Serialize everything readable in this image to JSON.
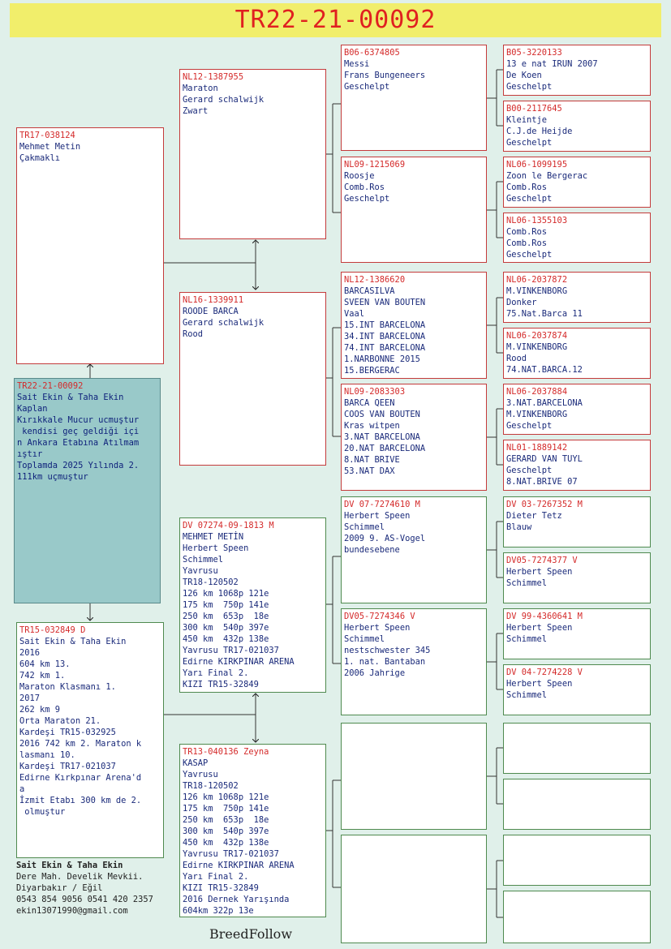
{
  "title": "TR22-21-00092",
  "brand": "BreedFollow",
  "owner": {
    "name": "Sait Ekin & Taha Ekin",
    "lines": [
      "Dere Mah. Develik Mevkii.",
      "Diyarbakır / Eğil",
      "0543 854 9056 0541 420 2357",
      "ekin13071990@gmail.com"
    ]
  },
  "subject": {
    "id": "TR22-21-00092",
    "lines": [
      "Sait Ekin & Taha Ekin",
      "Kaplan",
      "Kırıkkale Mucur ucmuştur",
      " kendisi geç geldiği içi",
      "n Ankara Etabına Atılmam",
      "ıştır",
      "Toplamda 2025 Yılında 2.",
      "111km uçmuştur"
    ]
  },
  "sire": {
    "id": "TR17-038124",
    "lines": [
      "Mehmet Metin",
      "Çakmaklı"
    ]
  },
  "dam": {
    "id": "TR15-032849 D",
    "lines": [
      "Sait Ekin & Taha Ekin",
      "2016",
      "604 km 13.",
      "742 km 1.",
      "Maraton Klasmanı 1.",
      "2017",
      "262 km 9",
      "Orta Maraton 21.",
      "Kardeşi TR15-032925",
      "2016 742 km 2. Maraton k",
      "lasmanı 10.",
      "Kardeşi TR17-021037",
      "Edirne Kırkpınar Arena'd",
      "a",
      "İzmit Etabı 300 km de 2.",
      " olmuştur"
    ]
  },
  "gen2": [
    {
      "id": "NL12-1387955",
      "lines": [
        "Maraton",
        "Gerard schalwijk",
        "Zwart"
      ]
    },
    {
      "id": "NL16-1339911",
      "lines": [
        "ROODE BARCA",
        "Gerard schalwijk",
        "Rood"
      ]
    },
    {
      "id": "DV 07274-09-1813 M",
      "lines": [
        "MEHMET METİN",
        "Herbert Speen",
        "Schimmel",
        "Yavrusu",
        "TR18-120502",
        "126 km 1068p 121e",
        "175 km  750p 141e",
        "250 km  653p  18e",
        "300 km  540p 397e",
        "450 km  432p 138e",
        "Yavrusu TR17-021037",
        "Edirne KIRKPINAR ARENA",
        "Yarı Final 2.",
        "KIZI TR15-32849"
      ]
    },
    {
      "id": "TR13-040136 Zeyna",
      "lines": [
        "KASAP",
        "Yavrusu",
        "TR18-120502",
        "126 km 1068p 121e",
        "175 km  750p 141e",
        "250 km  653p  18e",
        "300 km  540p 397e",
        "450 km  432p 138e",
        "Yavrusu TR17-021037",
        "Edirne KIRKPINAR ARENA",
        "Yarı Final 2.",
        "KIZI TR15-32849",
        "2016 Dernek Yarışında",
        "604km 322p 13e"
      ]
    }
  ],
  "gen3": [
    {
      "id": "B06-6374805",
      "lines": [
        "Messi",
        "Frans Bungeneers",
        "Geschelpt"
      ]
    },
    {
      "id": "NL09-1215069",
      "lines": [
        "Roosje",
        "Comb.Ros",
        "Geschelpt"
      ]
    },
    {
      "id": "NL12-1386620",
      "lines": [
        "BARCASILVA",
        "SVEEN VAN BOUTEN",
        "Vaal",
        "15.INT BARCELONA",
        "34.INT BARCELONA",
        "74.INT BARCELONA",
        "1.NARBONNE 2015",
        "15.BERGERAC"
      ]
    },
    {
      "id": "NL09-2083303",
      "lines": [
        "BARCA QEEN",
        "COOS VAN BOUTEN",
        "Kras witpen",
        "3.NAT BARCELONA",
        "20.NAT BARCELONA",
        "8.NAT BRIVE",
        "53.NAT DAX"
      ]
    },
    {
      "id": "DV 07-7274610 M",
      "lines": [
        "Herbert Speen",
        "Schimmel",
        "2009 9. AS-Vogel",
        "bundesebene"
      ]
    },
    {
      "id": "DV05-7274346 V",
      "lines": [
        "Herbert Speen",
        "Schimmel",
        "nestschwester 345",
        "1. nat. Bantaban",
        "2006 Jahrige"
      ]
    },
    {
      "id": "",
      "lines": []
    },
    {
      "id": "",
      "lines": []
    }
  ],
  "gen4": [
    {
      "id": "B05-3220133",
      "lines": [
        "13 e nat IRUN 2007",
        "De Koen",
        "Geschelpt"
      ]
    },
    {
      "id": "B00-2117645",
      "lines": [
        "Kleintje",
        "C.J.de Heijde",
        "Geschelpt"
      ]
    },
    {
      "id": "NL06-1099195",
      "lines": [
        "Zoon le Bergerac",
        "Comb.Ros",
        "Geschelpt"
      ]
    },
    {
      "id": "NL06-1355103",
      "lines": [
        "Comb.Ros",
        "Comb.Ros",
        "Geschelpt"
      ]
    },
    {
      "id": "NL06-2037872",
      "lines": [
        "M.VINKENBORG",
        "Donker",
        "75.Nat.Barca 11"
      ]
    },
    {
      "id": "NL06-2037874",
      "lines": [
        "M.VINKENBORG",
        "Rood",
        "74.NAT.BARCA.12"
      ]
    },
    {
      "id": "NL06-2037884",
      "lines": [
        "3.NAT.BARCELONA",
        "M.VINKENBORG",
        "Geschelpt"
      ]
    },
    {
      "id": "NL01-1889142",
      "lines": [
        "GERARD VAN TUYL",
        "Geschelpt",
        "8.NAT.BRIVE 07"
      ]
    },
    {
      "id": "DV 03-7267352 M",
      "lines": [
        "Dieter Tetz",
        "Blauw"
      ]
    },
    {
      "id": "DV05-7274377 V",
      "lines": [
        "Herbert Speen",
        "Schimmel"
      ]
    },
    {
      "id": "DV 99-4360641 M",
      "lines": [
        "Herbert Speen",
        "Schimmel"
      ]
    },
    {
      "id": "DV 04-7274228 V",
      "lines": [
        "Herbert Speen",
        "Schimmel"
      ]
    },
    {
      "id": "",
      "lines": []
    },
    {
      "id": "",
      "lines": []
    },
    {
      "id": "",
      "lines": []
    },
    {
      "id": "",
      "lines": []
    }
  ]
}
